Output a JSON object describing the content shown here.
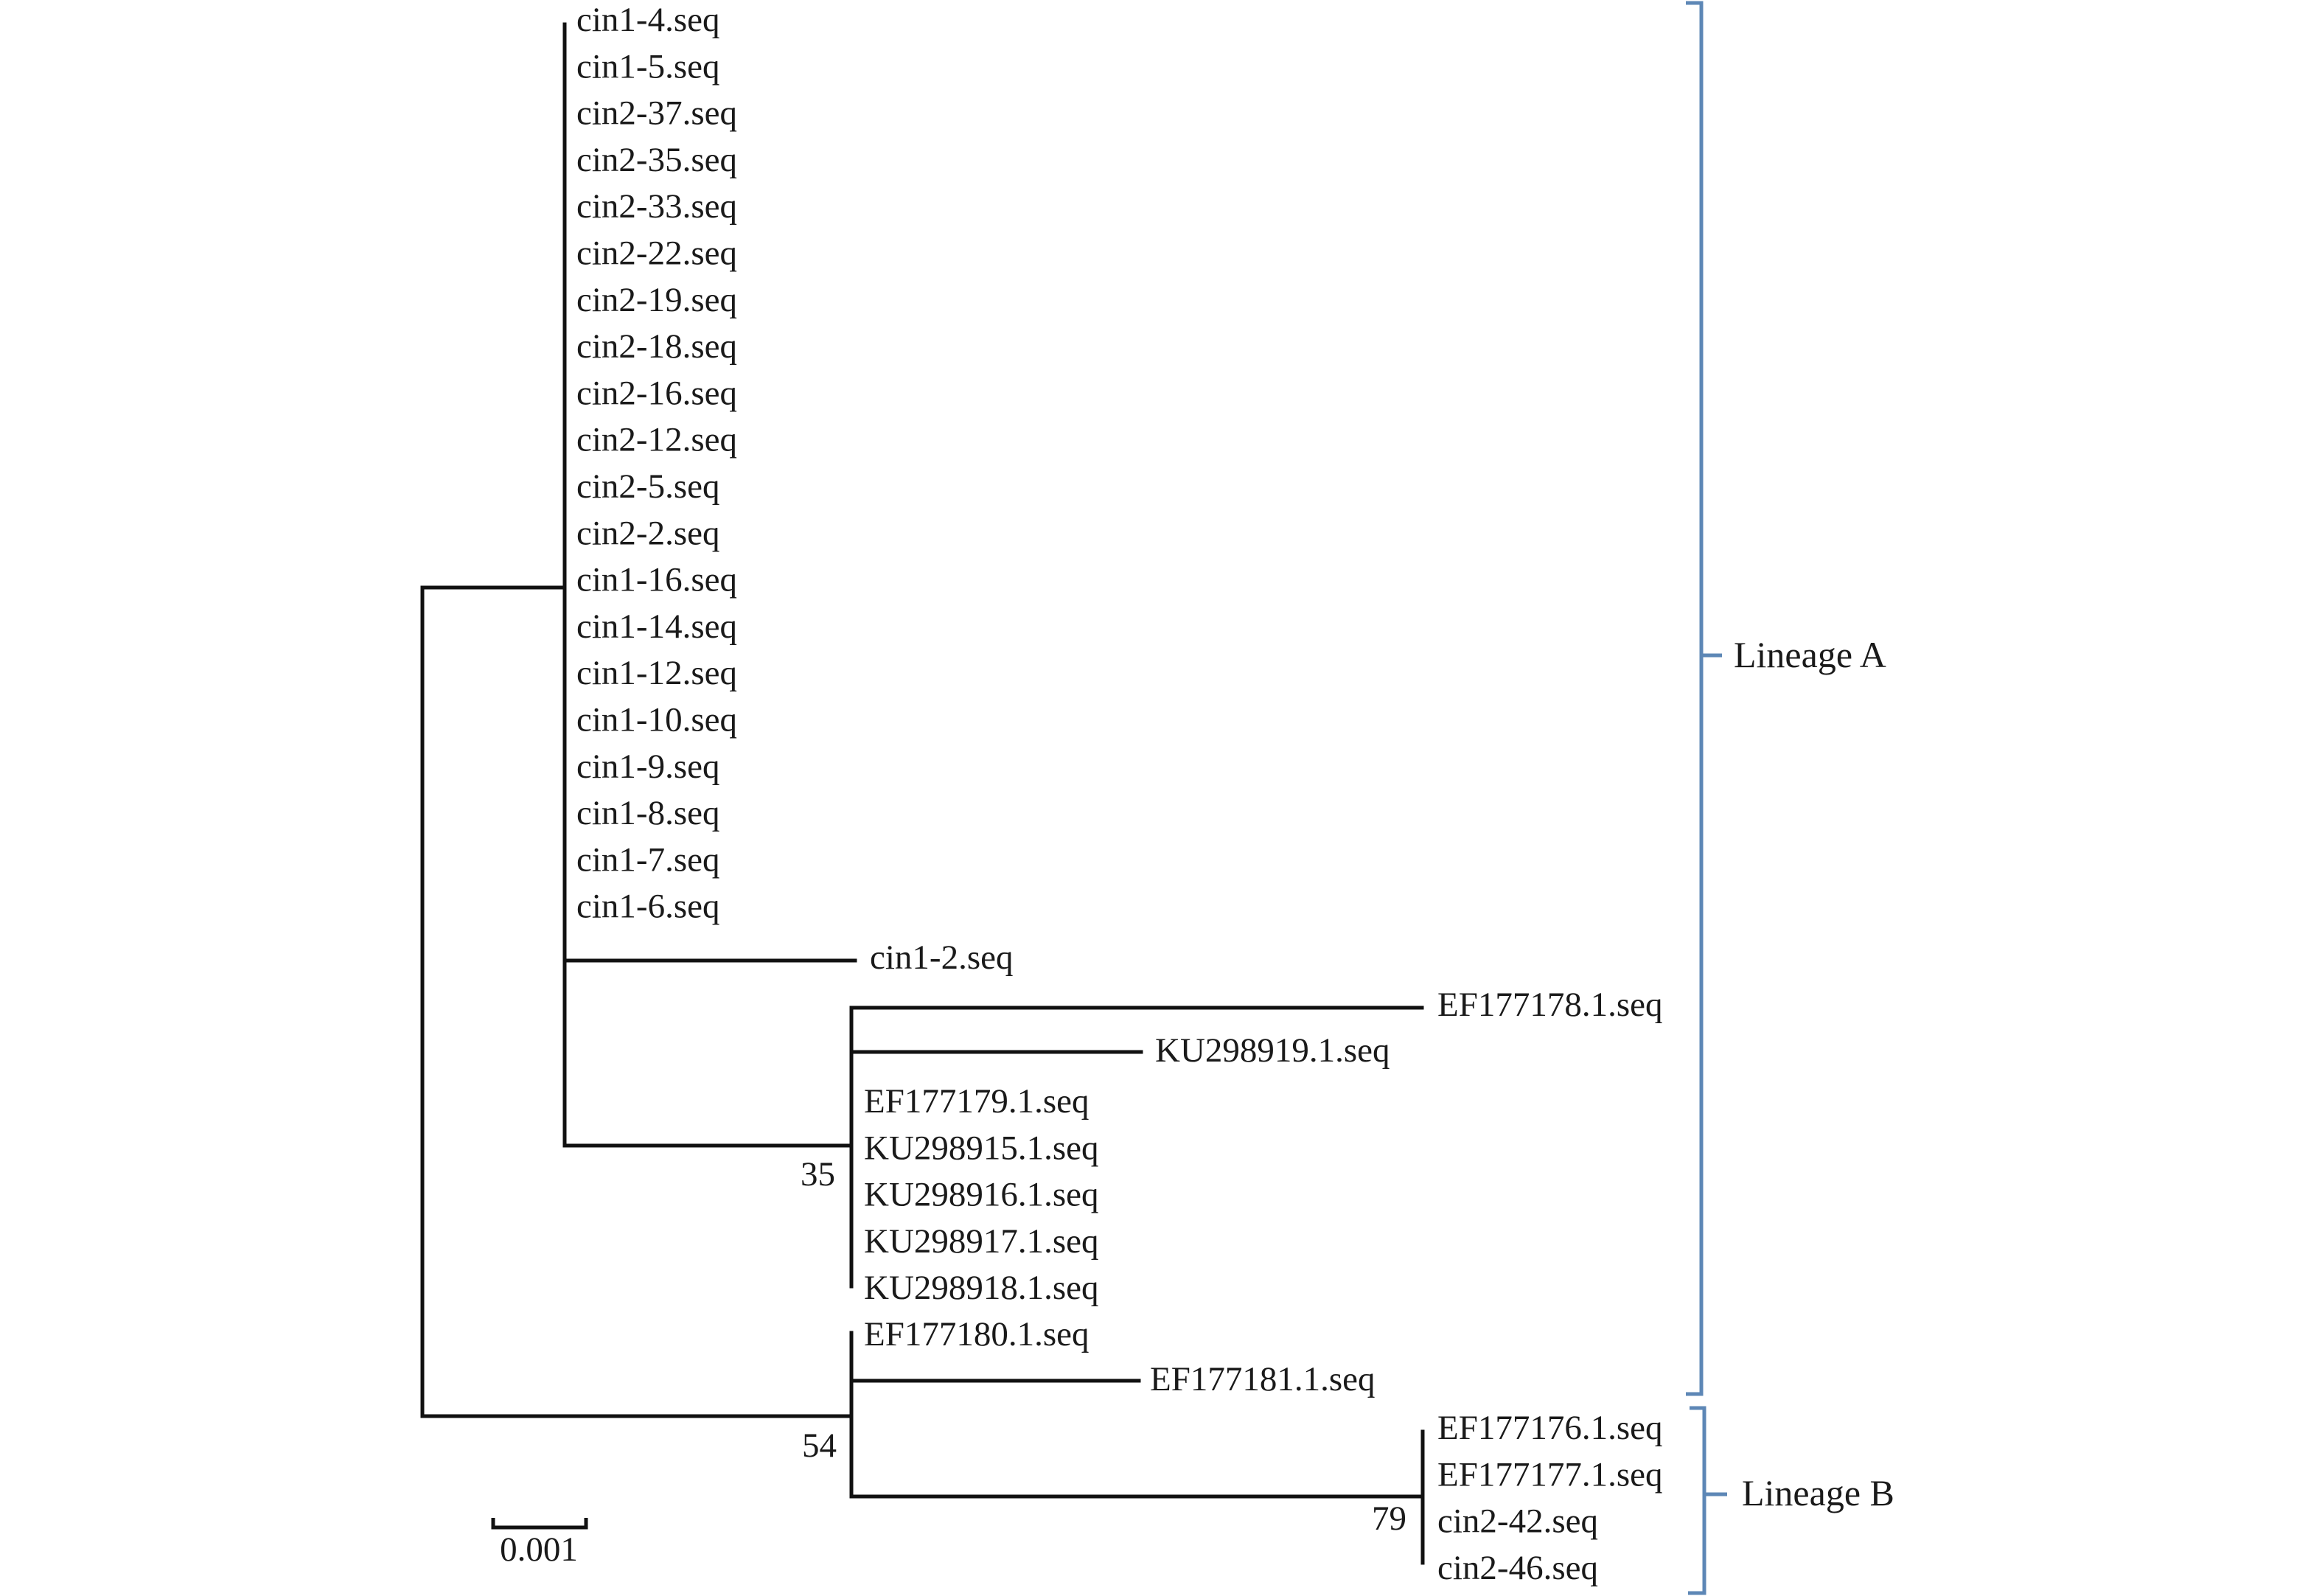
{
  "figure": {
    "type": "phylogenetic-tree",
    "description": "Neighbor-joining style phylogenetic tree of .seq sequences grouped into two lineages"
  },
  "tree": {
    "clades": [
      {
        "id": "clade-cin-main",
        "taxa": [
          "cin1-4.seq",
          "cin1-5.seq",
          "cin2-37.seq",
          "cin2-35.seq",
          "cin2-33.seq",
          "cin2-22.seq",
          "cin2-19.seq",
          "cin2-18.seq",
          "cin2-16.seq",
          "cin2-12.seq",
          "cin2-5.seq",
          "cin2-2.seq",
          "cin1-16.seq",
          "cin1-14.seq",
          "cin1-12.seq",
          "cin1-10.seq",
          "cin1-9.seq",
          "cin1-8.seq",
          "cin1-7.seq",
          "cin1-6.seq"
        ]
      },
      {
        "id": "leaf-cin1-2",
        "taxa": [
          "cin1-2.seq"
        ]
      },
      {
        "id": "clade-35",
        "bootstrap": "35",
        "branched_taxa": [
          "EF177178.1.seq",
          "KU298919.1.seq"
        ],
        "taxa": [
          "EF177179.1.seq",
          "KU298915.1.seq",
          "KU298916.1.seq",
          "KU298917.1.seq",
          "KU298918.1.seq"
        ]
      },
      {
        "id": "clade-54",
        "bootstrap": "54",
        "taxa": [
          "EF177180.1.seq"
        ],
        "branched_taxa": [
          "EF177181.1.seq"
        ]
      },
      {
        "id": "clade-79",
        "bootstrap": "79",
        "taxa": [
          "EF177176.1.seq",
          "EF177177.1.seq",
          "cin2-42.seq",
          "cin2-46.seq"
        ]
      }
    ],
    "bootstrap_values": [
      "35",
      "54",
      "79"
    ]
  },
  "lineages": [
    {
      "label": "Lineage A",
      "color": "#5d87b6"
    },
    {
      "label": "Lineage B",
      "color": "#5d87b6"
    }
  ],
  "scale_bar": {
    "label": "0.001"
  },
  "colors": {
    "branch": "#111111",
    "bracket": "#5d87b6",
    "text": "#1a1a1a"
  }
}
